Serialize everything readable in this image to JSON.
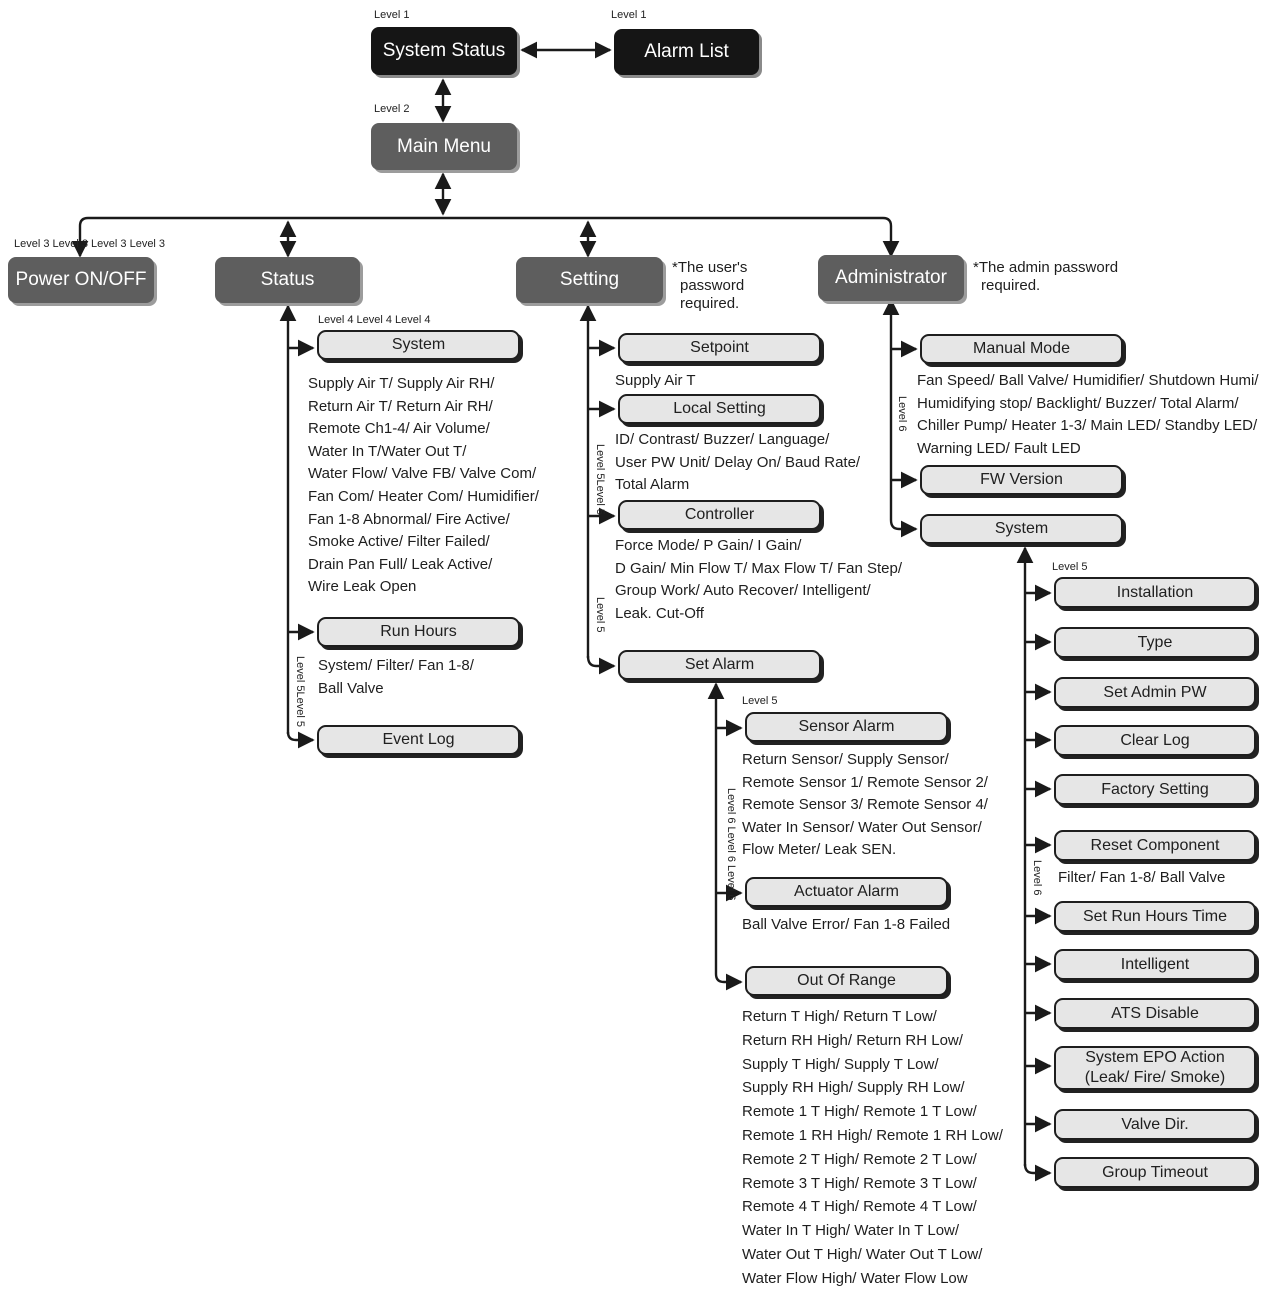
{
  "top": {
    "system_status": "System Status",
    "alarm_list": "Alarm List",
    "main_menu": "Main Menu",
    "level1_a": "Level 1",
    "level1_b": "Level 1",
    "level2": "Level 2",
    "level3_row": "Level 3 Level 3 Level 3 Level 3"
  },
  "level3": {
    "power": "Power ON/OFF",
    "status": "Status",
    "setting": "Setting",
    "administrator": "Administrator",
    "setting_note": [
      "*The user's",
      "password",
      "required."
    ],
    "admin_note": [
      "*The admin password",
      "required."
    ]
  },
  "status_branch": {
    "level4_row": "Level 4 Level 4 Level 4",
    "system": "System",
    "system_items": [
      "Supply Air T/ Supply Air RH/",
      "Return Air T/ Return Air RH/",
      "Remote Ch1-4/ Air Volume/",
      "Water In T/Water Out T/",
      "Water Flow/ Valve FB/ Valve Com/",
      "Fan Com/ Heater Com/ Humidifier/",
      "Fan 1-8 Abnormal/ Fire Active/",
      "Smoke Active/ Filter Failed/",
      "Drain Pan Full/ Leak Active/",
      "Wire Leak Open"
    ],
    "run_hours": "Run Hours",
    "run_hours_items": [
      "System/ Filter/ Fan 1-8/",
      "Ball Valve"
    ],
    "event_log": "Event Log",
    "vlabel": "Level 5Level 5"
  },
  "setting_branch": {
    "setpoint": "Setpoint",
    "setpoint_items": [
      "Supply Air T"
    ],
    "local_setting": "Local Setting",
    "local_items": [
      "ID/ Contrast/ Buzzer/ Language/",
      "User PW Unit/ Delay On/ Baud Rate/",
      "Total Alarm"
    ],
    "controller": "Controller",
    "controller_items": [
      "Force Mode/ P Gain/ I Gain/",
      "D Gain/ Min Flow T/ Max Flow T/ Fan Step/",
      "Group Work/ Auto Recover/ Intelligent/",
      "Leak. Cut-Off"
    ],
    "set_alarm": "Set Alarm",
    "vlabel_a": "Level 5Level 5",
    "vlabel_b": "Level 5"
  },
  "alarm_branch": {
    "level5": "Level 5",
    "sensor_alarm": "Sensor Alarm",
    "sensor_items": [
      "Return Sensor/ Supply Sensor/",
      "Remote Sensor 1/ Remote Sensor 2/",
      "Remote Sensor 3/ Remote Sensor 4/",
      "Water In Sensor/ Water Out Sensor/",
      "Flow Meter/ Leak SEN."
    ],
    "actuator_alarm": "Actuator Alarm",
    "actuator_items": [
      "Ball Valve Error/ Fan 1-8 Failed"
    ],
    "out_of_range": "Out Of Range",
    "range_items": [
      "Return T High/ Return T Low/",
      "Return RH High/ Return RH Low/",
      "Supply T High/ Supply T Low/",
      "Supply RH High/ Supply RH Low/",
      "Remote 1 T High/ Remote 1 T Low/",
      "Remote 1 RH High/ Remote 1 RH Low/",
      "Remote 2 T High/ Remote 2 T Low/",
      "Remote 3 T High/ Remote 3 T Low/",
      "Remote 4 T High/ Remote 4 T Low/",
      "Water In T High/ Water In T Low/",
      "Water Out T High/ Water Out T Low/",
      "Water Flow High/ Water Flow Low"
    ],
    "vlabel": "Level 6 Level 6 Level 6"
  },
  "admin_branch": {
    "manual_mode": "Manual Mode",
    "manual_items": [
      "Fan Speed/ Ball Valve/ Humidifier/ Shutdown Humi/",
      "Humidifying stop/ Backlight/ Buzzer/ Total Alarm/",
      "Chiller Pump/ Heater 1-3/ Main LED/ Standby LED/",
      "Warning LED/ Fault LED"
    ],
    "fw_version": "FW Version",
    "system": "System",
    "vlabel": "Level 6"
  },
  "admin_system": {
    "level5": "Level 5",
    "installation": "Installation",
    "type": "Type",
    "set_admin_pw": "Set Admin PW",
    "clear_log": "Clear Log",
    "factory_setting": "Factory Setting",
    "reset_component": "Reset Component",
    "reset_items": [
      "Filter/ Fan 1-8/ Ball Valve"
    ],
    "set_run_hours": "Set Run Hours Time",
    "intelligent": "Intelligent",
    "ats_disable": "ATS Disable",
    "epo_action": [
      "System EPO Action",
      "(Leak/ Fire/ Smoke)"
    ],
    "valve_dir": "Valve Dir.",
    "group_timeout": "Group Timeout",
    "vlabel": "Level 6"
  },
  "colors": {
    "black_box": "#151515",
    "dark_box": "#5e5e5e",
    "light_box": "#e6e6e6",
    "line": "#1a1a1a"
  }
}
